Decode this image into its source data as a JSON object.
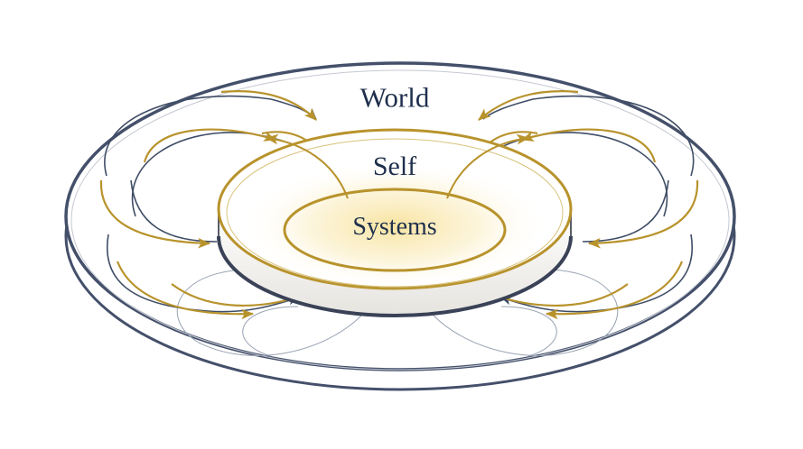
{
  "labels": {
    "world": "World",
    "self": "Self",
    "systems": "Systems"
  },
  "colors": {
    "navy": "#3f4d66",
    "gold": "#b8932c",
    "glow": "#f4dc8a",
    "text": "#1f2f4d"
  }
}
